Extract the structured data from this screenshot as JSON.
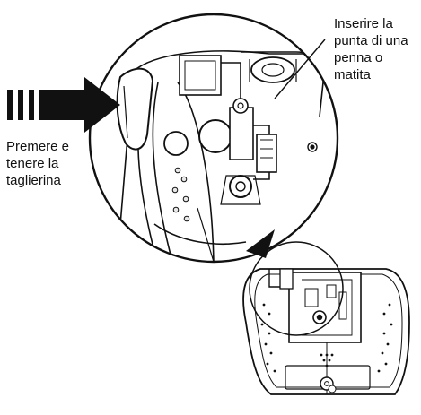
{
  "diagram": {
    "callout_insert": {
      "lines": [
        "Inserire la",
        "punta di una",
        "penna o",
        "matita"
      ]
    },
    "callout_press": {
      "lines": [
        "Premere e",
        "tenere la",
        "taglierina"
      ]
    },
    "colors": {
      "ink": "#111111",
      "background": "#ffffff",
      "dot_fill": "#e8e8e8"
    },
    "icons": {
      "press_arrow": "bold-right-arrow-with-motion-bars",
      "zoom_wedge": "pointer-triangle"
    }
  }
}
